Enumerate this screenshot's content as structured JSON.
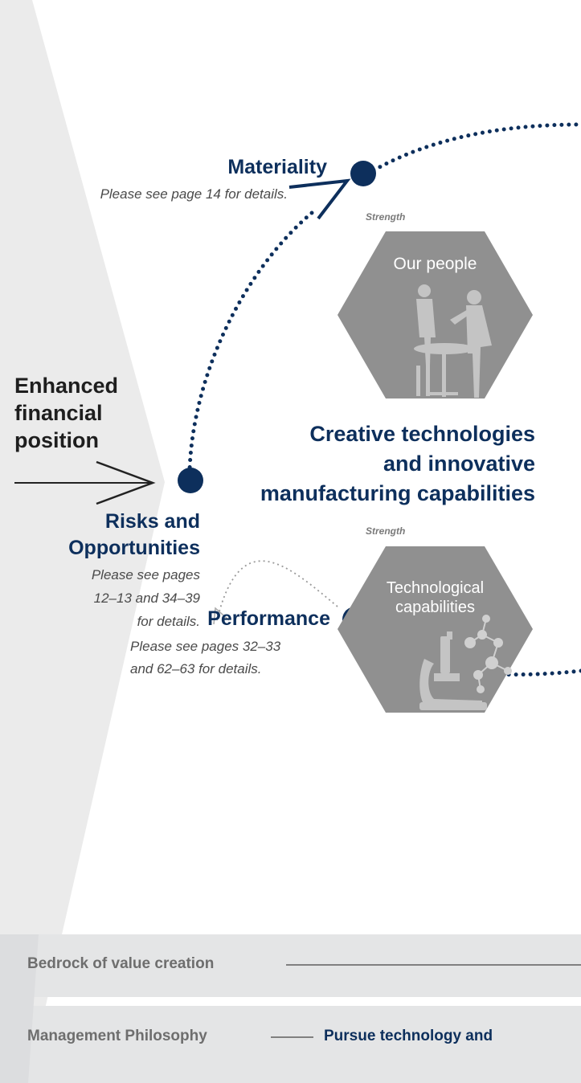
{
  "colors": {
    "navy": "#0d2f5c",
    "gray_band": "#e4e5e6",
    "hex_gray": "#909090",
    "panel": "#ebebeb"
  },
  "left": {
    "enhanced_lines": [
      "Enhanced",
      "financial",
      "position"
    ]
  },
  "nodes": {
    "materiality": {
      "title": "Materiality",
      "note": "Please see page 14 for details."
    },
    "risks": {
      "title_lines": [
        "Risks and",
        "Opportunities"
      ],
      "note_lines": [
        "Please see pages",
        "12–13 and 34–39",
        "for details."
      ]
    },
    "performance": {
      "title": "Performance",
      "note_lines": [
        "Please see pages 32–33",
        "and 62–63 for details."
      ]
    }
  },
  "strengths": {
    "top": {
      "tag": "Strength",
      "label": "Our people",
      "icon": "people-meeting-icon"
    },
    "bottom": {
      "tag": "Strength",
      "label_lines": [
        "Technological",
        "capabilities"
      ],
      "icon": "microscope-molecule-icon"
    }
  },
  "center": {
    "lines": [
      "Creative technologies",
      "and innovative",
      "manufacturing capabilities"
    ]
  },
  "bands": {
    "bedrock": "Bedrock of value creation",
    "philosophy_label": "Management Philosophy",
    "philosophy_value": "Pursue technology and"
  }
}
